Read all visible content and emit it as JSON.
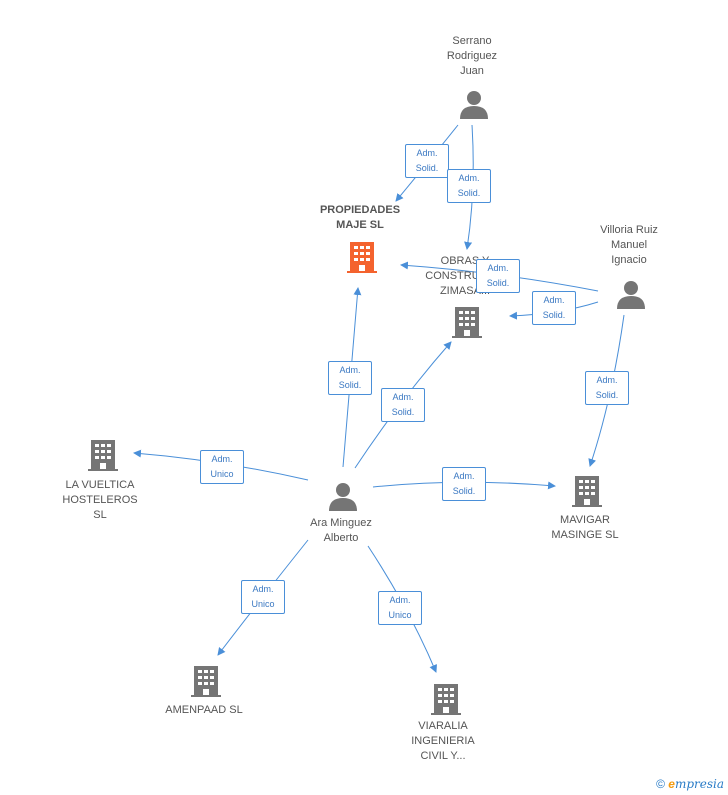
{
  "nodes": {
    "serrano": {
      "label": "Serrano\nRodriguez\nJuan",
      "kind": "person"
    },
    "propiedades": {
      "label": "PROPIEDADES\nMAJE SL",
      "kind": "company-highlight"
    },
    "obras": {
      "label": "OBRAS Y\nCONSTRUCC...\nZIMASA...",
      "kind": "company"
    },
    "villoria": {
      "label": "Villoria Ruiz\nManuel\nIgnacio",
      "kind": "person"
    },
    "lavueltica": {
      "label": "LA VUELTICA\nHOSTELEROS\nSL",
      "kind": "company"
    },
    "ara": {
      "label": "Ara Minguez\nAlberto",
      "kind": "person"
    },
    "mavigar": {
      "label": "MAVIGAR\nMASINGE SL",
      "kind": "company"
    },
    "amenpaad": {
      "label": "AMENPAAD SL",
      "kind": "company"
    },
    "viaralia": {
      "label": "VIARALIA\nINGENIERIA\nCIVIL Y...",
      "kind": "company"
    }
  },
  "edges": [
    {
      "id": "e1",
      "label": "Adm.\nSolid."
    },
    {
      "id": "e2",
      "label": "Adm.\nSolid."
    },
    {
      "id": "e3",
      "label": "Adm.\nSolid."
    },
    {
      "id": "e4",
      "label": "Adm.\nSolid."
    },
    {
      "id": "e5",
      "label": "Adm.\nSolid."
    },
    {
      "id": "e6",
      "label": "Adm.\nSolid."
    },
    {
      "id": "e7",
      "label": "Adm.\nSolid."
    },
    {
      "id": "e8",
      "label": "Adm.\nUnico"
    },
    {
      "id": "e9",
      "label": "Adm.\nSolid."
    },
    {
      "id": "e10",
      "label": "Adm.\nUnico"
    },
    {
      "id": "e11",
      "label": "Adm.\nUnico"
    }
  ],
  "colors": {
    "edge": "#4a8fd8",
    "person": "#757575",
    "company": "#757575",
    "highlight": "#f4632e"
  },
  "footer": {
    "copyright": "©",
    "brand_e": "e",
    "brand_rest": "mpresia"
  }
}
